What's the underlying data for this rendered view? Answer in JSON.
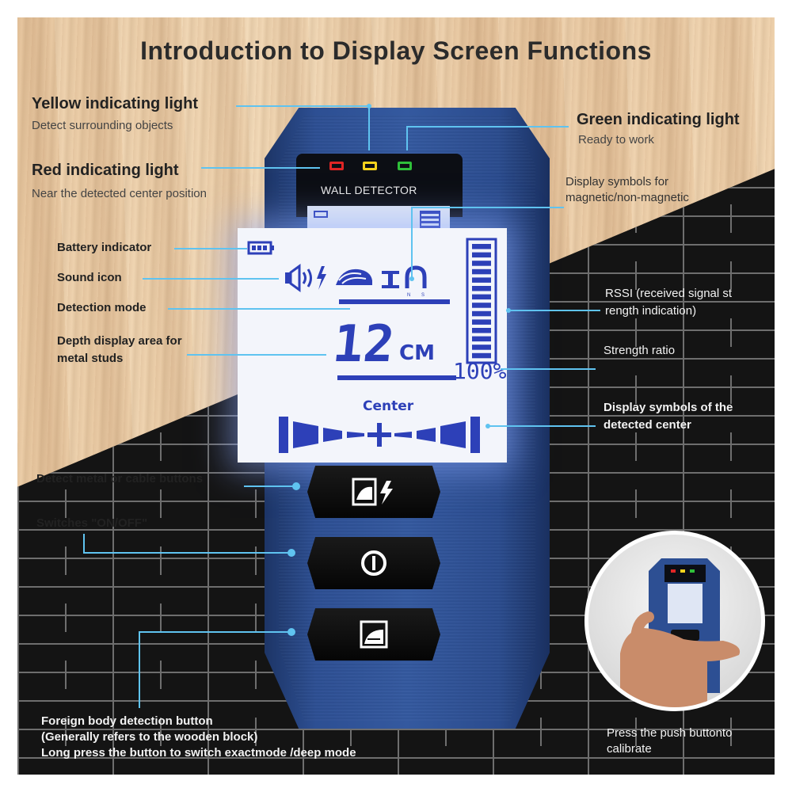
{
  "title": "Introduction to Display Screen Functions",
  "device": {
    "panel_label": "WALL DETECTOR",
    "lcd": {
      "depth_value": "12",
      "depth_unit": "CM",
      "strength_ratio": "100%",
      "center_label": "Center"
    }
  },
  "callouts": {
    "yellow_title": "Yellow indicating light",
    "yellow_sub": "Detect surrounding objects",
    "red_title": "Red indicating light",
    "red_sub": "Near the detected center position",
    "green_title": "Green indicating light",
    "green_sub": "Ready to work",
    "magnetic": "Display symbols for magnetic/non-magnetic",
    "battery": "Battery indicator",
    "sound": "Sound icon",
    "mode": "Detection mode",
    "depth": "Depth display area for metal studs",
    "rssi": "RSSI (received signal st rength indication)",
    "strength": "Strength ratio",
    "center_symbols": "Display symbols of the detected center",
    "metal_buttons": "Detect metal or cable buttons",
    "onoff": "Switches \"ON/OFF\"",
    "foreign_1": "Foreign body detection button",
    "foreign_2": "(Generally refers to the wooden block)",
    "foreign_3": "Long press the button to switch exactmode /deep mode",
    "calibrate": "Press the push buttonto calibrate"
  },
  "colors": {
    "device_blue": "#2d4f93",
    "lcd_blue": "#2d40b8",
    "callout_line": "#5fc3f0",
    "led_red": "#e02525",
    "led_yellow": "#f5d21d",
    "led_green": "#2fbf3a"
  },
  "icons": [
    "battery-icon",
    "speaker-icon",
    "lightning-icon",
    "wall-scan-icon",
    "stud-icon",
    "magnet-icon",
    "power-icon",
    "wood-block-icon"
  ]
}
